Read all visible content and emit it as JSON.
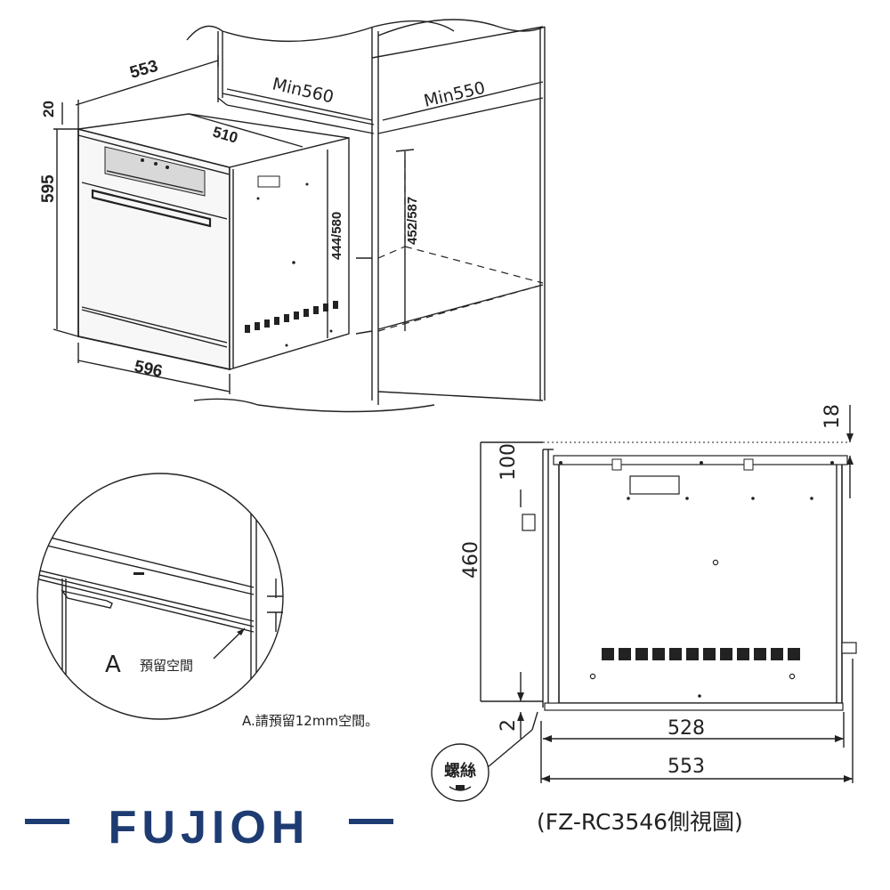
{
  "top_view": {
    "depth_total": "553",
    "top_gap": "20",
    "height": "595",
    "inner_depth": "510",
    "cabinet_min_depth": "Min560",
    "cabinet_min_width": "Min550",
    "side_height": "444/580",
    "opening_height": "452/587",
    "width": "596"
  },
  "detail": {
    "letter": "A",
    "label": "預留空間",
    "note": "A.請預留12mm空間。"
  },
  "side_view": {
    "dim_top": "18",
    "dim_100": "100",
    "dim_460": "460",
    "dim_2": "2",
    "dim_528": "528",
    "dim_553": "553",
    "screw_label": "螺絲",
    "caption": "(FZ-RC3546側視圖)"
  },
  "brand": {
    "logo_text": "FUJIOH"
  }
}
